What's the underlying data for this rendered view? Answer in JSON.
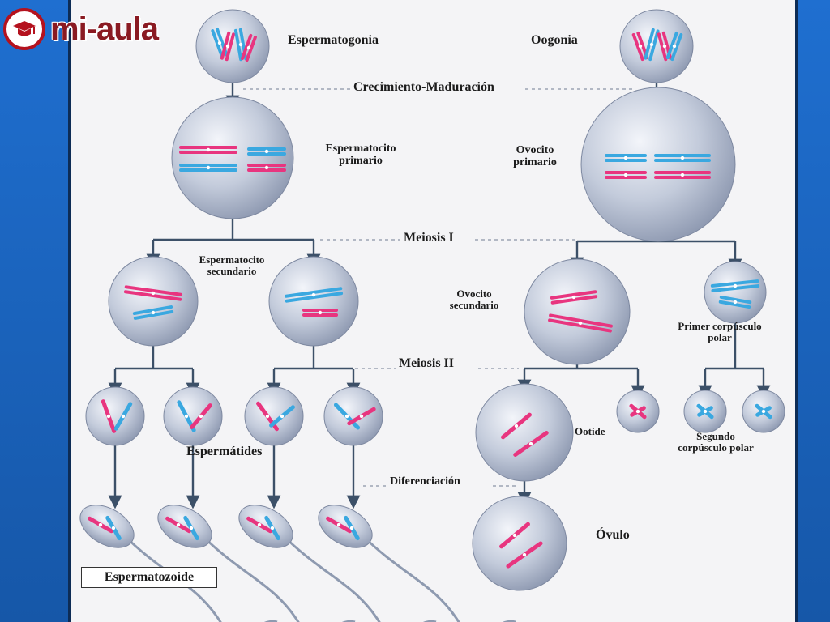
{
  "logo": {
    "text": "mi-aula",
    "icon": "graduation-cap-icon"
  },
  "labels": {
    "espermatogonia": "Espermatogonia",
    "oogonia": "Oogonia",
    "crecimiento": "Crecimiento-Maduración",
    "espermatocito_primario": "Espermatocito\nprimario",
    "ovocito_primario": "Ovocito\nprimario",
    "meiosis1": "Meiosis I",
    "espermatocito_secundario": "Espermatocito\nsecundario",
    "ovocito_secundario": "Ovocito\nsecundario",
    "primer_corpusculo": "Primer corpúsculo\npolar",
    "meiosis2": "Meiosis II",
    "ootide": "Ootide",
    "segundo_corpusculo": "Segundo\ncorpúsculo polar",
    "espermatides": "Espermátides",
    "diferenciacion": "Diferenciación",
    "ovulo": "Óvulo",
    "espermatozoide": "Espermatozoide"
  },
  "colors": {
    "pink": "#e8357f",
    "blue": "#3aa8e0",
    "arrow": "#3c5068",
    "cell_fill": "#b9c3d6",
    "background": "#1a5fb4"
  }
}
